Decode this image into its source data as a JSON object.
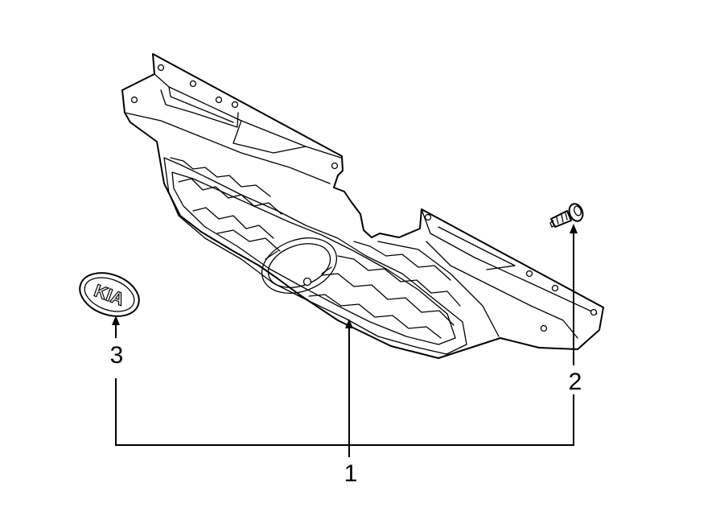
{
  "callouts": {
    "grille": "1",
    "screw": "2",
    "emblem": "3"
  },
  "emblem_text": "KIA"
}
